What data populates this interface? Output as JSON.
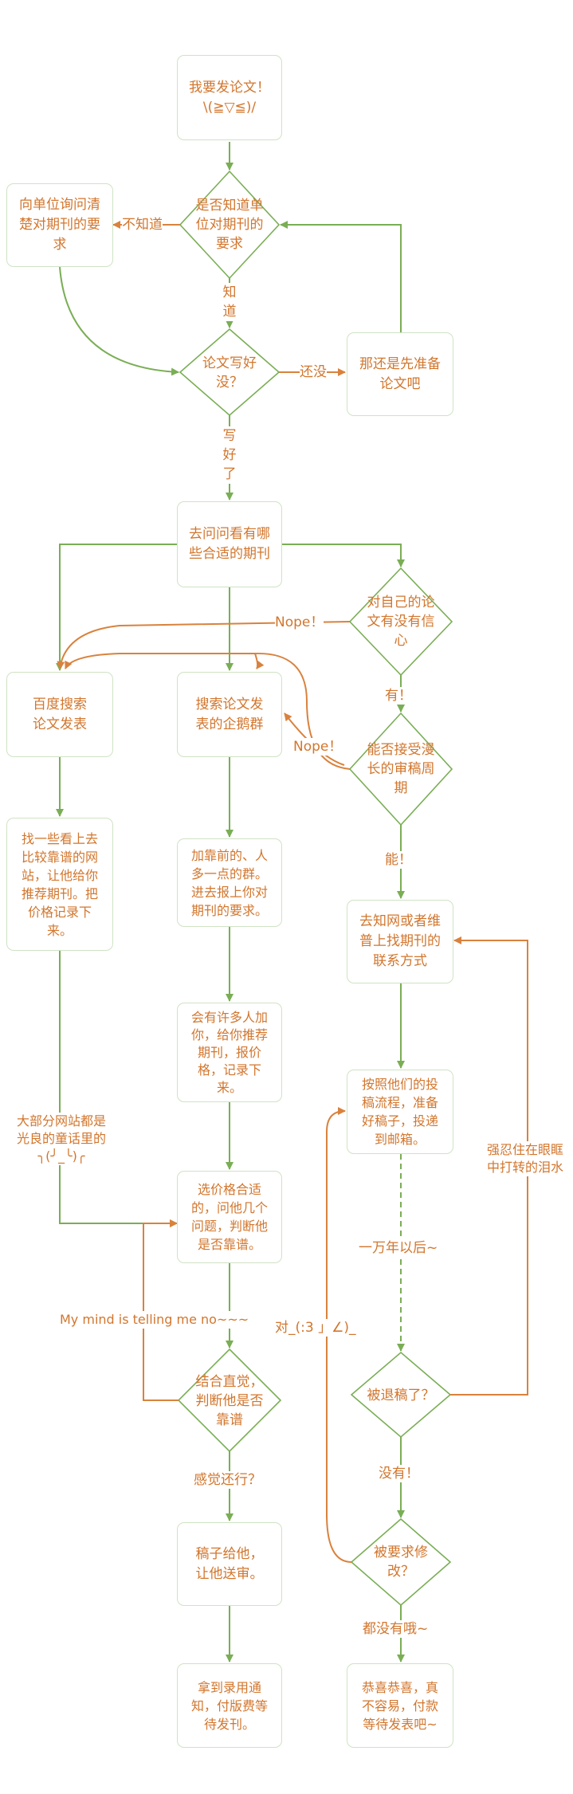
{
  "nodes": {
    "start": "我要发论文！\n\\(≧▽≦)/",
    "ask_unit": "向单位询问清\n楚对期刊的要\n求",
    "know_req": "是否知道单\n位对期刊的\n要求",
    "paper_ready": "论文写好\n没？",
    "prepare_paper": "那还是先准备\n论文吧",
    "ask_journals": "去问问看有哪\n些合适的期刊",
    "confident": "对自己的论\n文有没有信\n心",
    "baidu": "百度搜索\n论文发表",
    "search_qq": "搜索论文发\n表的企鹅群",
    "accept_long": "能否接受漫\n长的审稿周\n期",
    "find_sites": "找一些看上去\n比较靠谱的网\n站，让他给你\n推荐期刊。把\n价格记录下\n来。",
    "join_groups": "加靠前的、人\n多一点的群。\n进去报上你对\n期刊的要求。",
    "find_contact": "去知网或者维\n普上找期刊的\n联系方式",
    "many_add": "会有许多人加\n你，给你推荐\n期刊，报价\n格，记录下\n来。",
    "submit": "按照他们的投\n稿流程，准备\n好稿子，投递\n到邮箱。",
    "choose_price": "选价格合适\n的，问他几个\n问题，判断他\n是否靠谱。",
    "rejected": "被退稿了？",
    "intuition": "结合直觉，\n判断他是否\n靠谱",
    "give_paper": "稿子给他，\n让他送审。",
    "revise": "被要求修\n改？",
    "accepted_fee": "拿到录用通\n知，付版费等\n待发刊。",
    "congrats": "恭喜恭喜，真\n不容易，付款\n等待发表吧~"
  },
  "labels": {
    "dont_know": "不知道",
    "know": "知\n道",
    "not_yet": "还没",
    "written": "写\n好\n了",
    "nope1": "Nope！",
    "nope2": "Nope！",
    "yes": "有！",
    "can": "能！",
    "fairy_tale": "大部分网站都是\n光良的童话里的\n╮(╯_╰)╭",
    "tears": "强忍住在眼眶\n中打转的泪水",
    "ten_thousand": "一万年以后~",
    "mind_no": "My mind is telling me no~~~",
    "emoticon": "对_(:3 」∠)_",
    "feels_ok": "感觉还行？",
    "no_reject": "没有！",
    "none_at_all": "都没有哦~"
  },
  "colors": {
    "green_line": "#7aae55",
    "orange_line": "#d9823d",
    "box_border": "#cfe3c4",
    "text": "#d2762d"
  }
}
